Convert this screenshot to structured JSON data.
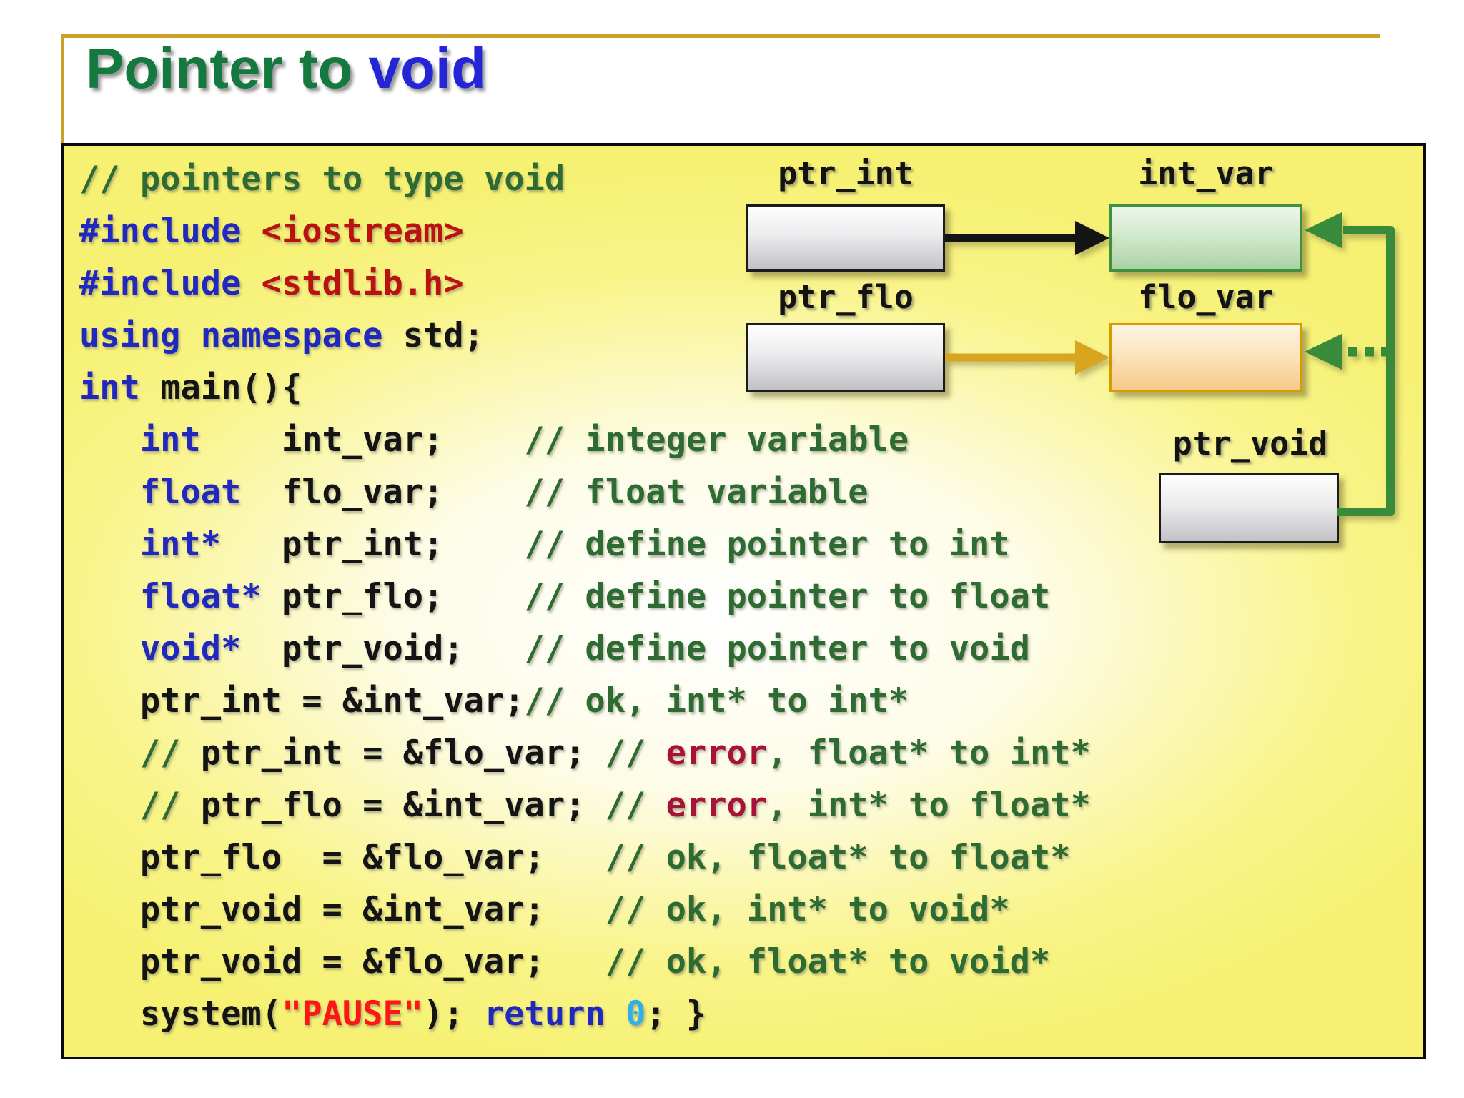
{
  "slide": {
    "title": {
      "text_green": "Pointer to ",
      "text_blue": "void"
    }
  },
  "colors": {
    "title_green": "#15793f",
    "title_blue": "#2525d8",
    "gold": "#c9a227",
    "box_bg_yellow": "#f6f173",
    "comment_green": "#2d6b33",
    "keyword_blue": "#2128bd",
    "include_red": "#bb1111",
    "error_crimson": "#a81238",
    "pause_red": "#ff1515",
    "zero_cyan": "#2fb0e8",
    "arrow_black": "#141414",
    "arrow_gold": "#d9a41e",
    "arrow_green": "#3a8a3c"
  },
  "code": {
    "lines": [
      [
        {
          "s": "// pointers to type void",
          "c": "comment"
        }
      ],
      [
        {
          "s": "#include ",
          "c": "kw"
        },
        {
          "s": "<iostream>",
          "c": "inc"
        }
      ],
      [
        {
          "s": "#include ",
          "c": "kw"
        },
        {
          "s": "<stdlib.h>",
          "c": "inc"
        }
      ],
      [
        {
          "s": "using namespace",
          "c": "kw"
        },
        {
          "s": " std;",
          "c": "plain"
        }
      ],
      [
        {
          "s": "int",
          "c": "kw"
        },
        {
          "s": " main(){",
          "c": "plain"
        }
      ],
      [
        {
          "s": "   ",
          "c": "plain"
        },
        {
          "s": "int",
          "c": "kw"
        },
        {
          "s": "    int_var;    ",
          "c": "plain"
        },
        {
          "s": "// integer variable",
          "c": "comment"
        }
      ],
      [
        {
          "s": "   ",
          "c": "plain"
        },
        {
          "s": "float",
          "c": "kw"
        },
        {
          "s": "  flo_var;    ",
          "c": "plain"
        },
        {
          "s": "// float variable",
          "c": "comment"
        }
      ],
      [
        {
          "s": "   ",
          "c": "plain"
        },
        {
          "s": "int*",
          "c": "kw"
        },
        {
          "s": "   ptr_int;    ",
          "c": "plain"
        },
        {
          "s": "// define pointer to int",
          "c": "comment"
        }
      ],
      [
        {
          "s": "   ",
          "c": "plain"
        },
        {
          "s": "float*",
          "c": "kw"
        },
        {
          "s": " ptr_flo;    ",
          "c": "plain"
        },
        {
          "s": "// define pointer to float",
          "c": "comment"
        }
      ],
      [
        {
          "s": "   ",
          "c": "plain"
        },
        {
          "s": "void*",
          "c": "kw"
        },
        {
          "s": "  ptr_void;   ",
          "c": "plain"
        },
        {
          "s": "// define pointer to void",
          "c": "comment"
        }
      ],
      [
        {
          "s": "   ptr_int = &int_var;",
          "c": "plain"
        },
        {
          "s": "// ok, int* to int*",
          "c": "comment"
        }
      ],
      [
        {
          "s": "   ",
          "c": "plain"
        },
        {
          "s": "// ",
          "c": "comment"
        },
        {
          "s": "ptr_int = &flo_var; ",
          "c": "plain"
        },
        {
          "s": "// ",
          "c": "comment"
        },
        {
          "s": "error",
          "c": "err"
        },
        {
          "s": ", float* to int*",
          "c": "comment"
        }
      ],
      [
        {
          "s": "   ",
          "c": "plain"
        },
        {
          "s": "// ",
          "c": "comment"
        },
        {
          "s": "ptr_flo = &int_var; ",
          "c": "plain"
        },
        {
          "s": "// ",
          "c": "comment"
        },
        {
          "s": "error",
          "c": "err"
        },
        {
          "s": ", int* to float*",
          "c": "comment"
        }
      ],
      [
        {
          "s": "   ptr_flo  = &flo_var;   ",
          "c": "plain"
        },
        {
          "s": "// ok, float* to float*",
          "c": "comment"
        }
      ],
      [
        {
          "s": "   ptr_void = &int_var;   ",
          "c": "plain"
        },
        {
          "s": "// ok, int* to void*",
          "c": "comment"
        }
      ],
      [
        {
          "s": "   ptr_void = &flo_var;   ",
          "c": "plain"
        },
        {
          "s": "// ok, float* to void*",
          "c": "comment"
        }
      ],
      [
        {
          "s": "   system(",
          "c": "plain"
        },
        {
          "s": "\"PAUSE\"",
          "c": "pause"
        },
        {
          "s": "); ",
          "c": "plain"
        },
        {
          "s": "return",
          "c": "kw"
        },
        {
          "s": " ",
          "c": "plain"
        },
        {
          "s": "0",
          "c": "zero"
        },
        {
          "s": "; }",
          "c": "plain"
        }
      ]
    ]
  },
  "diagram": {
    "labels": {
      "ptr_int": "ptr_int",
      "int_var": "int_var",
      "ptr_flo": "ptr_flo",
      "flo_var": "flo_var",
      "ptr_void": "ptr_void"
    }
  }
}
